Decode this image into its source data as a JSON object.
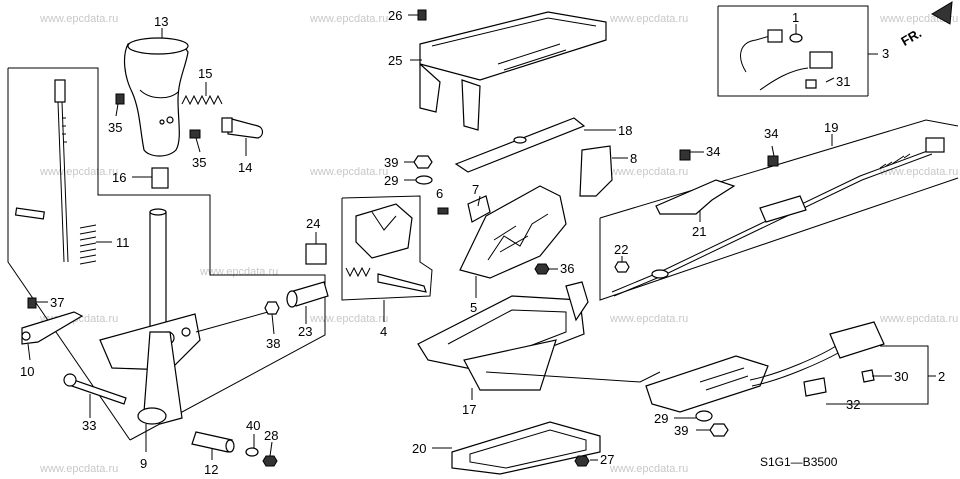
{
  "watermark": "www.epcdata.ru",
  "diagram_code": "S1G1—B3500",
  "direction_marker": "FR.",
  "callouts": {
    "c1": "1",
    "c2": "2",
    "c3": "3",
    "c4": "4",
    "c5": "5",
    "c6": "6",
    "c7": "7",
    "c8": "8",
    "c9": "9",
    "c10": "10",
    "c11": "11",
    "c12": "12",
    "c13": "13",
    "c14": "14",
    "c15": "15",
    "c16": "16",
    "c17": "17",
    "c18": "18",
    "c19": "19",
    "c20": "20",
    "c21": "21",
    "c22": "22",
    "c23": "23",
    "c24": "24",
    "c25": "25",
    "c26": "26",
    "c27": "27",
    "c28": "28",
    "c29a": "29",
    "c29b": "29",
    "c30": "30",
    "c31": "31",
    "c32": "32",
    "c33": "33",
    "c34a": "34",
    "c34b": "34",
    "c35a": "35",
    "c35b": "35",
    "c36": "36",
    "c37": "37",
    "c38": "38",
    "c39a": "39",
    "c39b": "39",
    "c40": "40"
  }
}
